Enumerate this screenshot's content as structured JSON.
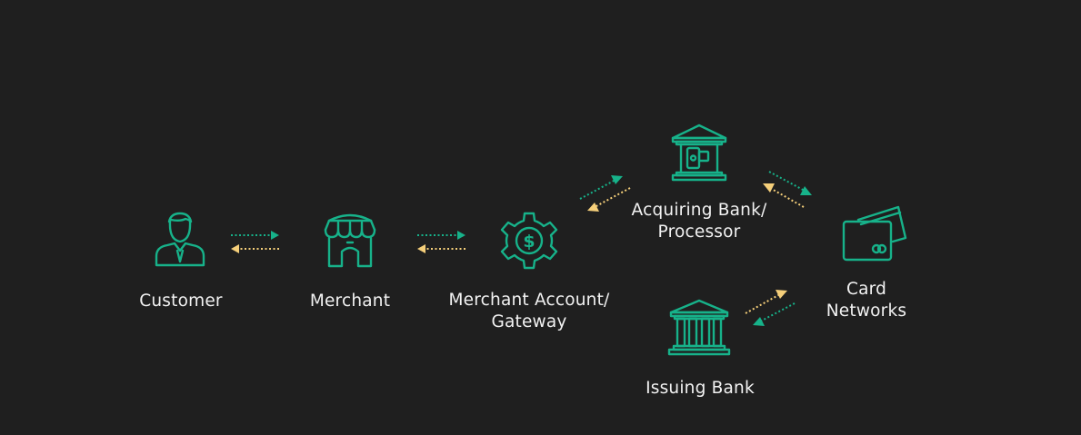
{
  "colors": {
    "background": "#1f1f1f",
    "primary": "#17b28a",
    "secondary": "#f5cf7a",
    "text": "#f2f2f2"
  },
  "nodes": {
    "customer": {
      "label": "Customer",
      "icon": "customer-icon"
    },
    "merchant": {
      "label": "Merchant",
      "icon": "storefront-icon"
    },
    "gateway": {
      "line1": "Merchant Account/",
      "line2": "Gateway",
      "icon": "gear-dollar-icon"
    },
    "acquirer": {
      "line1": "Acquiring Bank/",
      "line2": "Processor",
      "icon": "bank-mobile-icon"
    },
    "issuer": {
      "label": "Issuing Bank",
      "icon": "bank-columns-icon"
    },
    "networks": {
      "line1": "Card",
      "line2": "Networks",
      "icon": "credit-cards-icon"
    }
  }
}
